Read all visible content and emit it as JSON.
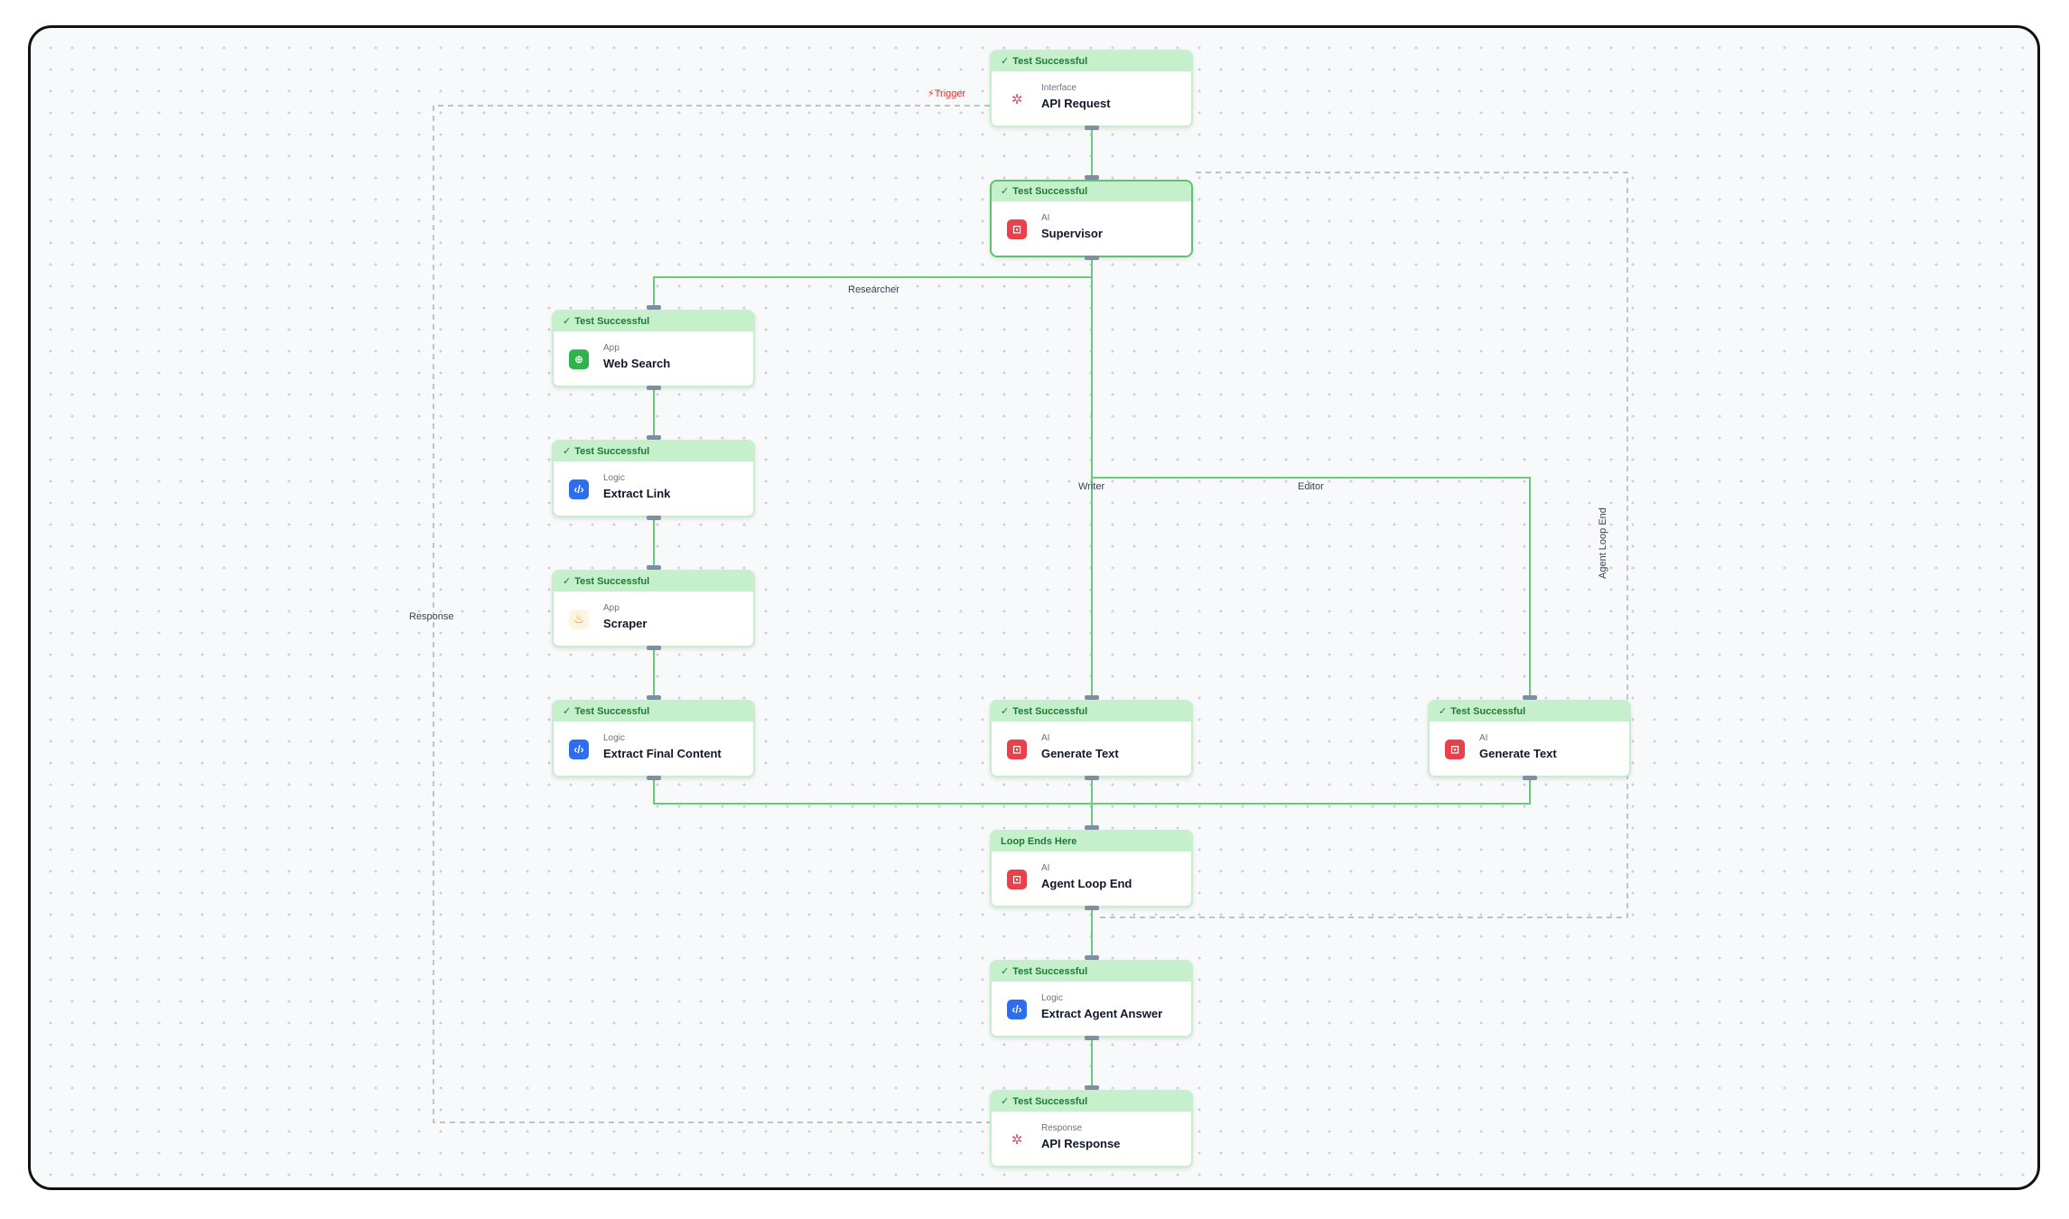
{
  "canvas": {
    "trigger_label": "⚡Trigger",
    "edge_labels": {
      "researcher": "Researcher",
      "writer": "Writer",
      "editor": "Editor",
      "response": "Response",
      "agent_loop_end": "Agent Loop End"
    }
  },
  "nodes": {
    "api_request": {
      "status": "Test Successful",
      "category": "Interface",
      "title": "API Request"
    },
    "supervisor": {
      "status": "Test Successful",
      "category": "AI",
      "title": "Supervisor"
    },
    "web_search": {
      "status": "Test Successful",
      "category": "App",
      "title": "Web Search"
    },
    "extract_link": {
      "status": "Test Successful",
      "category": "Logic",
      "title": "Extract Link"
    },
    "scraper": {
      "status": "Test Successful",
      "category": "App",
      "title": "Scraper"
    },
    "extract_final": {
      "status": "Test Successful",
      "category": "Logic",
      "title": "Extract Final Content"
    },
    "generate_text_writer": {
      "status": "Test Successful",
      "category": "AI",
      "title": "Generate Text"
    },
    "generate_text_editor": {
      "status": "Test Successful",
      "category": "AI",
      "title": "Generate Text"
    },
    "agent_loop_end": {
      "status": "Loop Ends Here",
      "category": "AI",
      "title": "Agent Loop End"
    },
    "extract_agent_answer": {
      "status": "Test Successful",
      "category": "Logic",
      "title": "Extract Agent Answer"
    },
    "api_response": {
      "status": "Test Successful",
      "category": "Response",
      "title": "API Response"
    }
  },
  "colors": {
    "status_green": "#c6efcb",
    "wire_green": "#6cc97e",
    "ai_red": "#e8414a",
    "logic_blue": "#2d6df0",
    "app_green": "#2fb34d"
  },
  "icons": {
    "interface": "sparkle-icon",
    "ai": "robot-icon",
    "app_search": "globe-icon",
    "logic": "code-icon",
    "app_scraper": "fire-icon",
    "response": "sparkle-icon"
  }
}
